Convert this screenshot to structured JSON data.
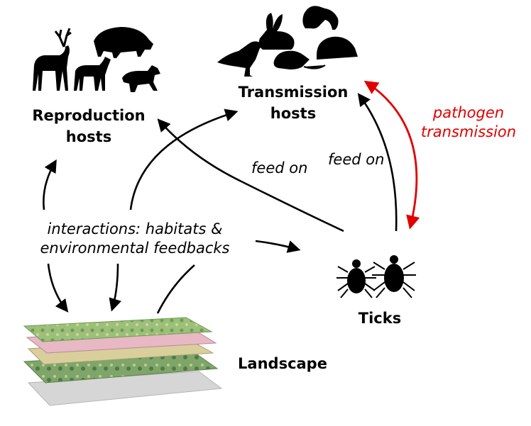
{
  "labels": {
    "reproduction_hosts": [
      "Reproduction",
      "hosts"
    ],
    "transmission_hosts": [
      "Transmission",
      "hosts"
    ],
    "ticks": "Ticks",
    "landscape": "Landscape"
  },
  "annotations": {
    "interactions": [
      "interactions: habitats &",
      "environmental feedbacks"
    ],
    "feed_on_left": "feed on",
    "feed_on_right": "feed on",
    "pathogen": [
      "pathogen",
      "transmission"
    ]
  },
  "colors": {
    "arrow": "#000000",
    "pathogen_arrow": "#e00000",
    "pathogen_text": "#e00000",
    "map_green": "#9cc07a",
    "map_pink": "#e8b8c4",
    "map_sand": "#d9cf9c",
    "map_grey": "#d6d6d6"
  },
  "icons": {
    "reproduction_hosts": [
      "deer-icon",
      "wild-boar-icon",
      "doe-icon",
      "dog-icon"
    ],
    "transmission_hosts": [
      "rabbit-icon",
      "squirrel-icon",
      "crow-icon",
      "mouse-icon",
      "hedgehog-icon"
    ],
    "ticks": [
      "tick-icon",
      "tick-icon"
    ],
    "landscape": "landscape-map-layers-icon"
  }
}
